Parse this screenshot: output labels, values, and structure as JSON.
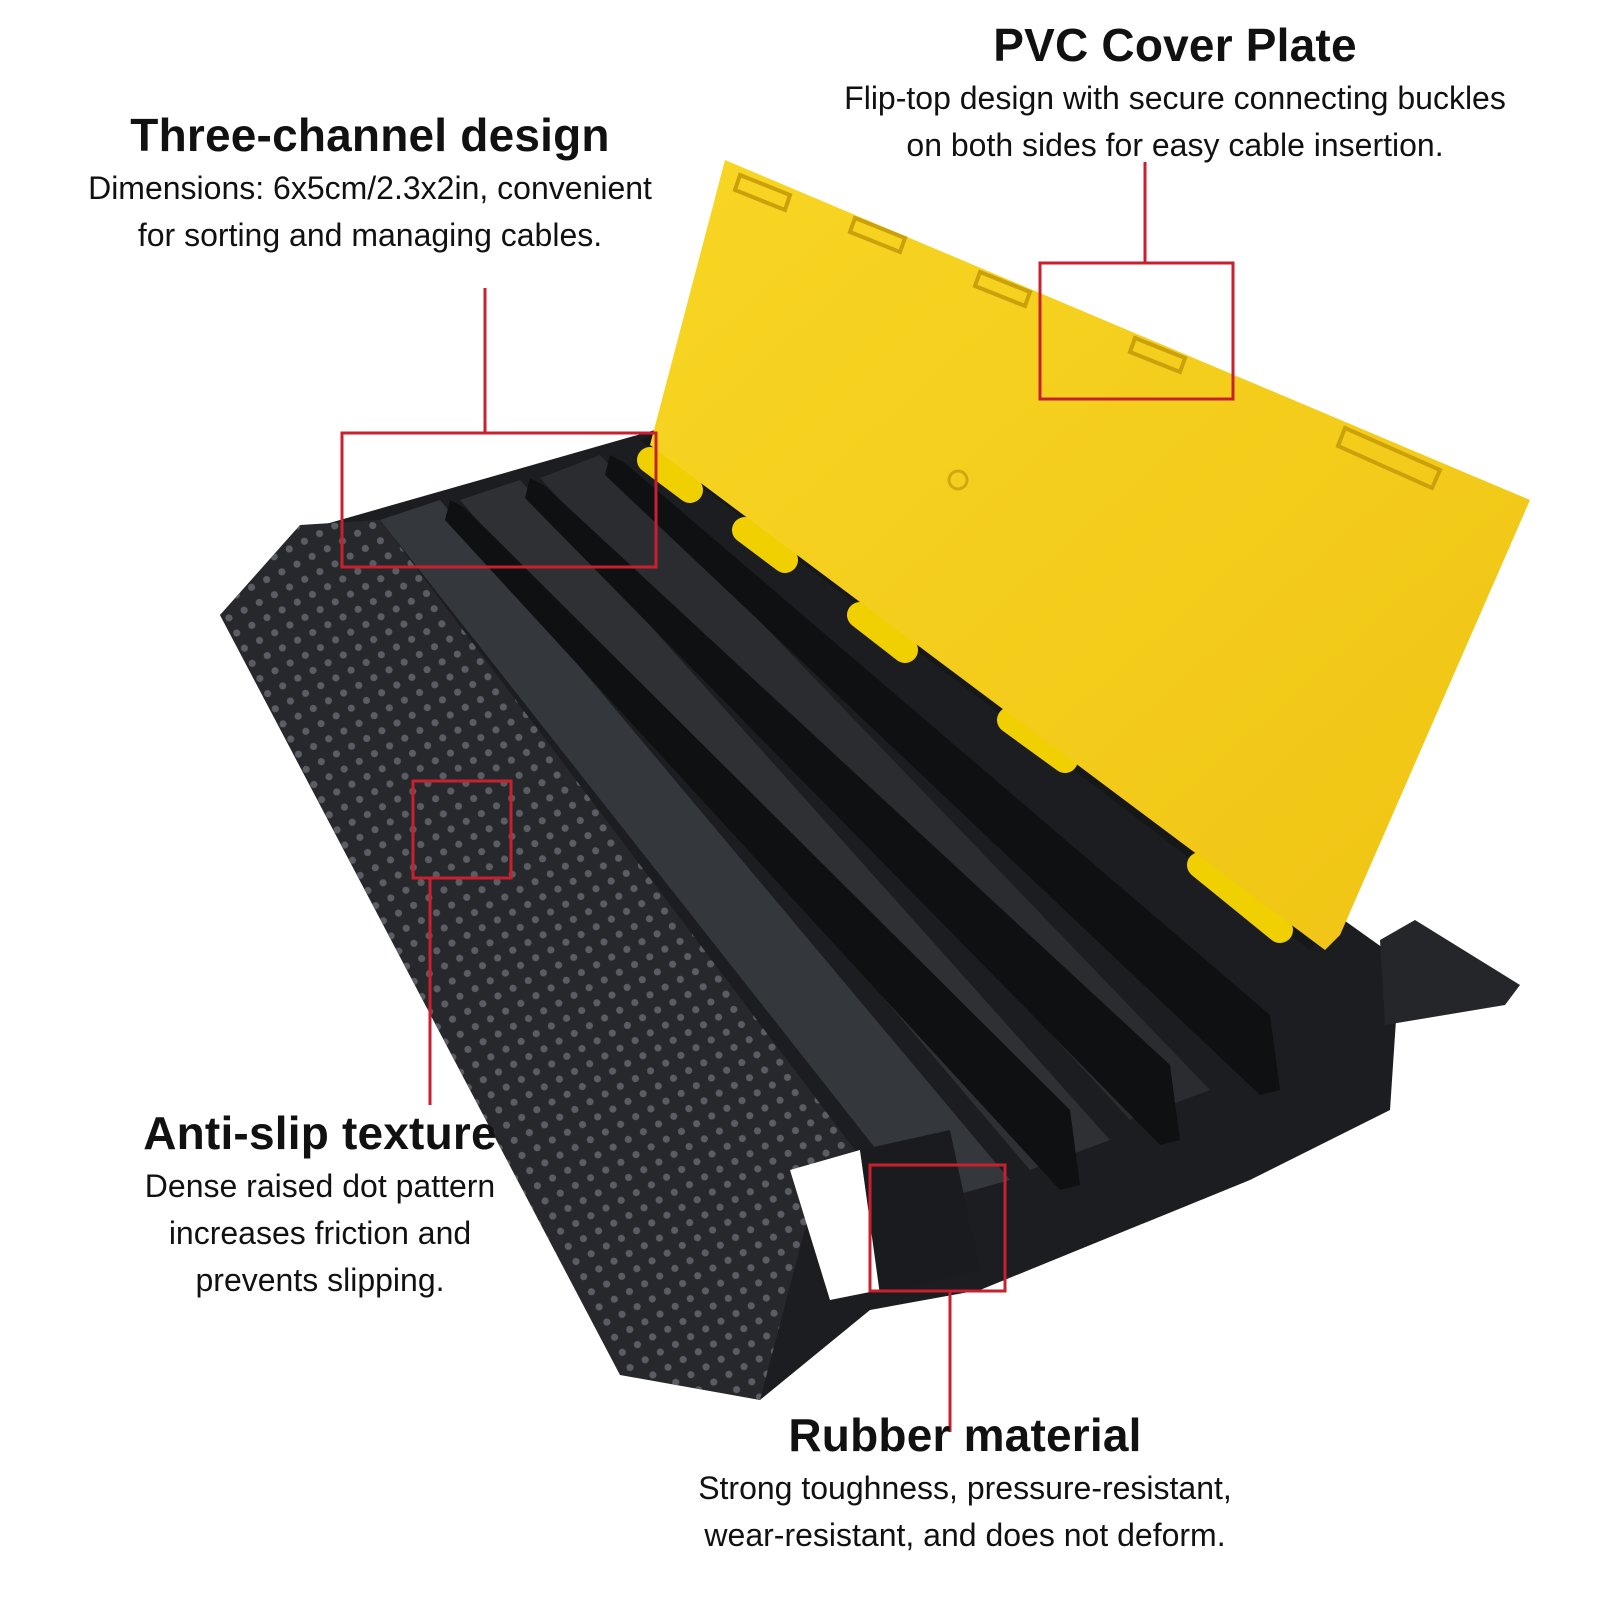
{
  "callouts": {
    "three_channel": {
      "title": "Three-channel design",
      "line1": "Dimensions: 6x5cm/2.3x2in, convenient",
      "line2": "for sorting and managing cables."
    },
    "pvc_cover": {
      "title": "PVC Cover Plate",
      "line1": "Flip-top design with secure connecting buckles",
      "line2": "on both sides for easy cable insertion."
    },
    "anti_slip": {
      "title": "Anti-slip texture",
      "line1": "Dense raised dot pattern",
      "line2": "increases friction and",
      "line3": "prevents slipping."
    },
    "rubber": {
      "title": "Rubber material",
      "line1": "Strong toughness, pressure-resistant,",
      "line2": "wear-resistant, and does not deform."
    }
  },
  "colors": {
    "rubber": "#1c1d20",
    "cover_yellow": "#f5cc1a",
    "hinge_yellow": "#f0d000",
    "callout_red": "#c8202f",
    "text": "#111111"
  }
}
